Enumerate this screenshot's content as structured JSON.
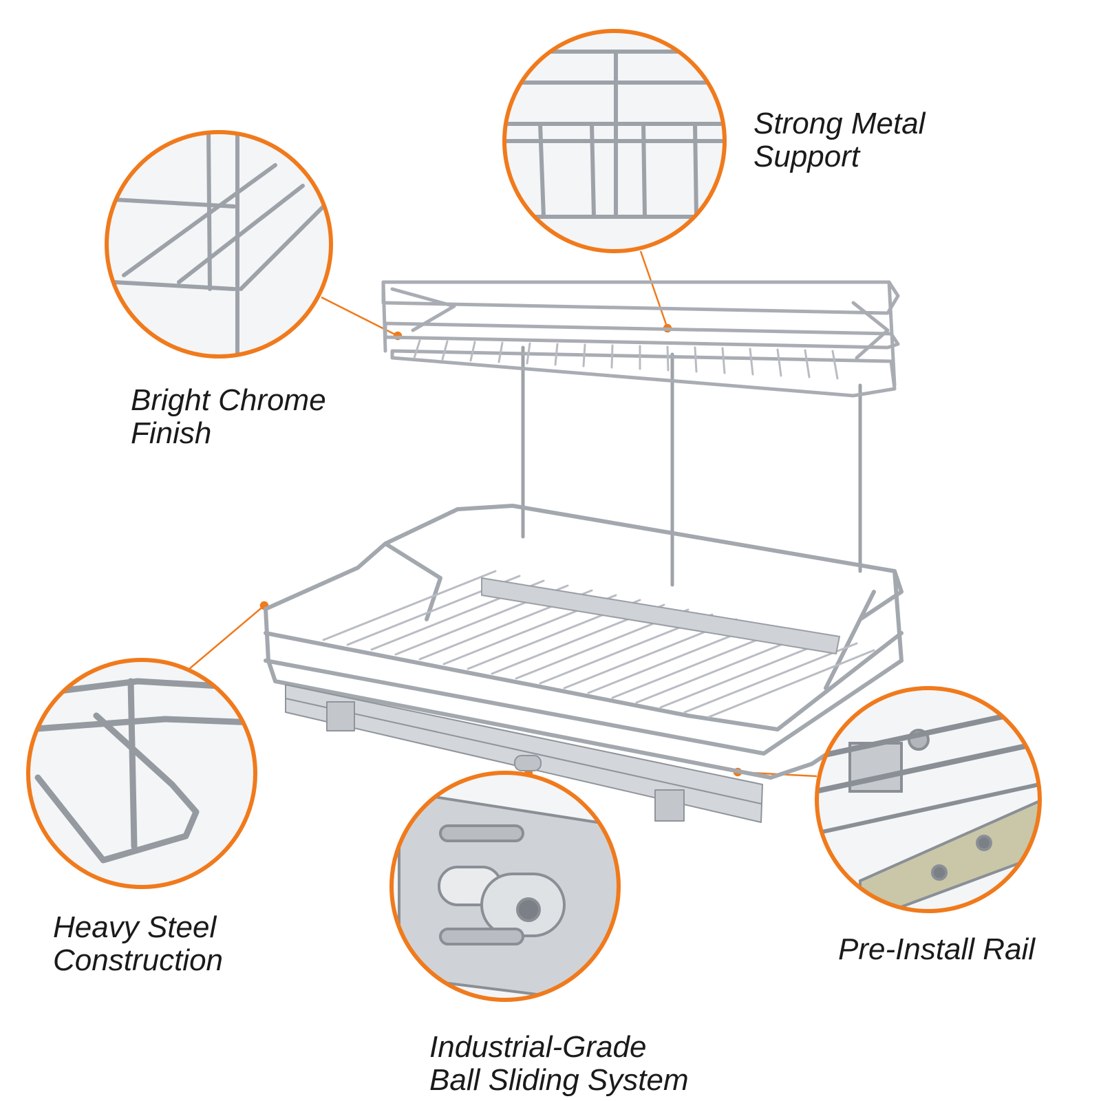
{
  "colors": {
    "accent": "#f07a1c",
    "chrome": "#a9adb3",
    "chrome_dark": "#7c8188",
    "text": "#1a1a1a",
    "rail": "#c9ccd1"
  },
  "callouts": [
    {
      "id": "metal-support",
      "lines": [
        "Strong Metal",
        "Support"
      ],
      "icon": "wire-crossbar-detail"
    },
    {
      "id": "chrome-finish",
      "lines": [
        "Bright Chrome",
        "Finish"
      ],
      "icon": "wire-corner-detail"
    },
    {
      "id": "steel-construction",
      "lines": [
        "Heavy Steel",
        "Construction"
      ],
      "icon": "bent-steel-detail"
    },
    {
      "id": "pre-install-rail",
      "lines": [
        "Pre-Install Rail"
      ],
      "icon": "rail-bracket-detail"
    },
    {
      "id": "ball-sliding",
      "lines": [
        "Industrial-Grade",
        "Ball Sliding System"
      ],
      "icon": "slide-latch-detail"
    }
  ]
}
